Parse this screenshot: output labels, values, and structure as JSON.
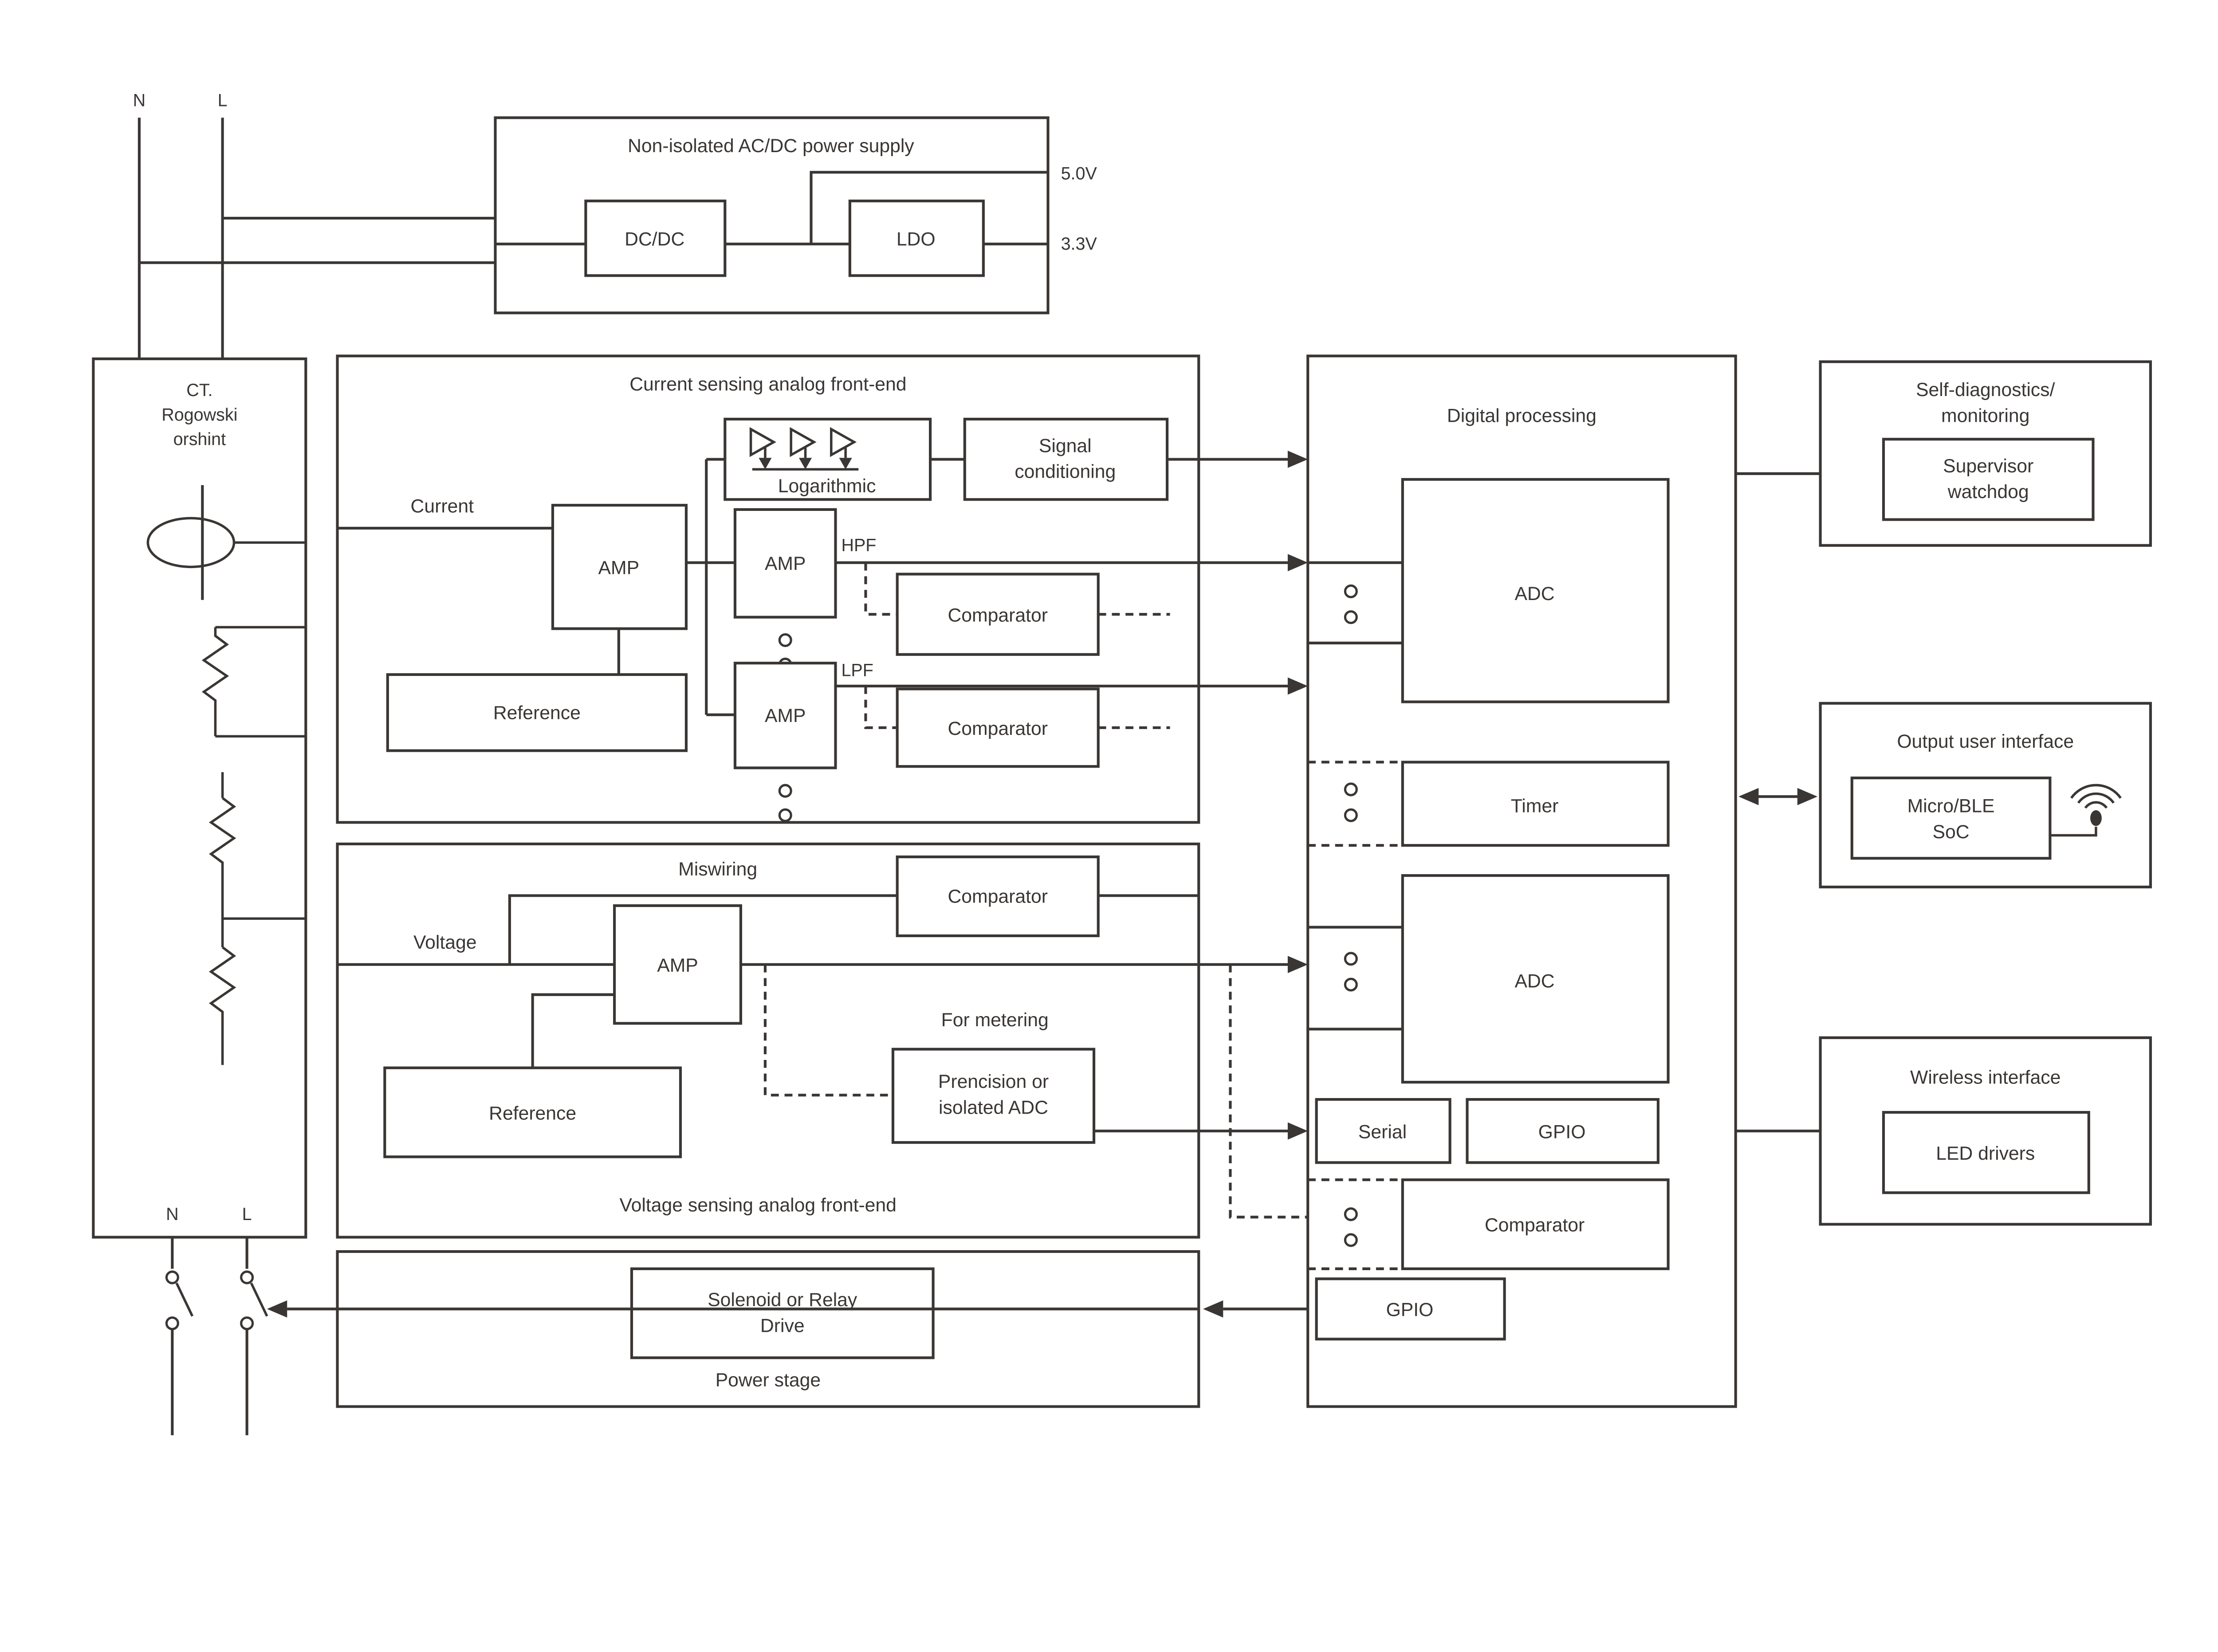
{
  "colors": {
    "line": "#3a3634",
    "background": "#ffffff"
  },
  "mains": {
    "neutral_top": "N",
    "live_top": "L",
    "neutral_bottom": "N",
    "live_bottom": "L"
  },
  "power_supply": {
    "title": "Non-isolated AC/DC power supply",
    "dcdc": "DC/DC",
    "ldo": "LDO",
    "rail_5v": "5.0V",
    "rail_3v3": "3.3V"
  },
  "sensor": {
    "title_line1": "CT.",
    "title_line2": "Rogowski",
    "title_line3": "orshint"
  },
  "current_afe": {
    "title": "Current sensing analog front-end",
    "input_label": "Current",
    "amp_main": "AMP",
    "reference": "Reference",
    "logarithmic": "Logarithmic",
    "signal_conditioning_line1": "Signal",
    "signal_conditioning_line2": "conditioning",
    "amp_hpf": "AMP",
    "hpf_label": "HPF",
    "comparator_hpf": "Comparator",
    "amp_lpf": "AMP",
    "lpf_label": "LPF",
    "comparator_lpf": "Comparator"
  },
  "voltage_afe": {
    "title": "Voltage sensing analog front-end",
    "input_label": "Voltage",
    "miswiring_label": "Miswiring",
    "comparator": "Comparator",
    "amp": "AMP",
    "reference": "Reference",
    "metering_label": "For metering",
    "precision_adc_line1": "Prencision or",
    "precision_adc_line2": "isolated ADC"
  },
  "power_stage": {
    "title": "Power stage",
    "drive_line1": "Solenoid or Relay",
    "drive_line2": "Drive"
  },
  "digital_processing": {
    "title": "Digital processing",
    "adc_current": "ADC",
    "timer": "Timer",
    "adc_voltage": "ADC",
    "serial": "Serial",
    "gpio_top": "GPIO",
    "comparator": "Comparator",
    "gpio_bottom": "GPIO"
  },
  "self_diagnostics": {
    "title_line1": "Self-diagnostics/",
    "title_line2": "monitoring",
    "watchdog_line1": "Supervisor",
    "watchdog_line2": "watchdog"
  },
  "output_user_interface": {
    "title": "Output user interface",
    "soc_line1": "Micro/BLE",
    "soc_line2": "SoC"
  },
  "wireless_interface": {
    "title": "Wireless interface",
    "led_drivers": "LED drivers"
  }
}
